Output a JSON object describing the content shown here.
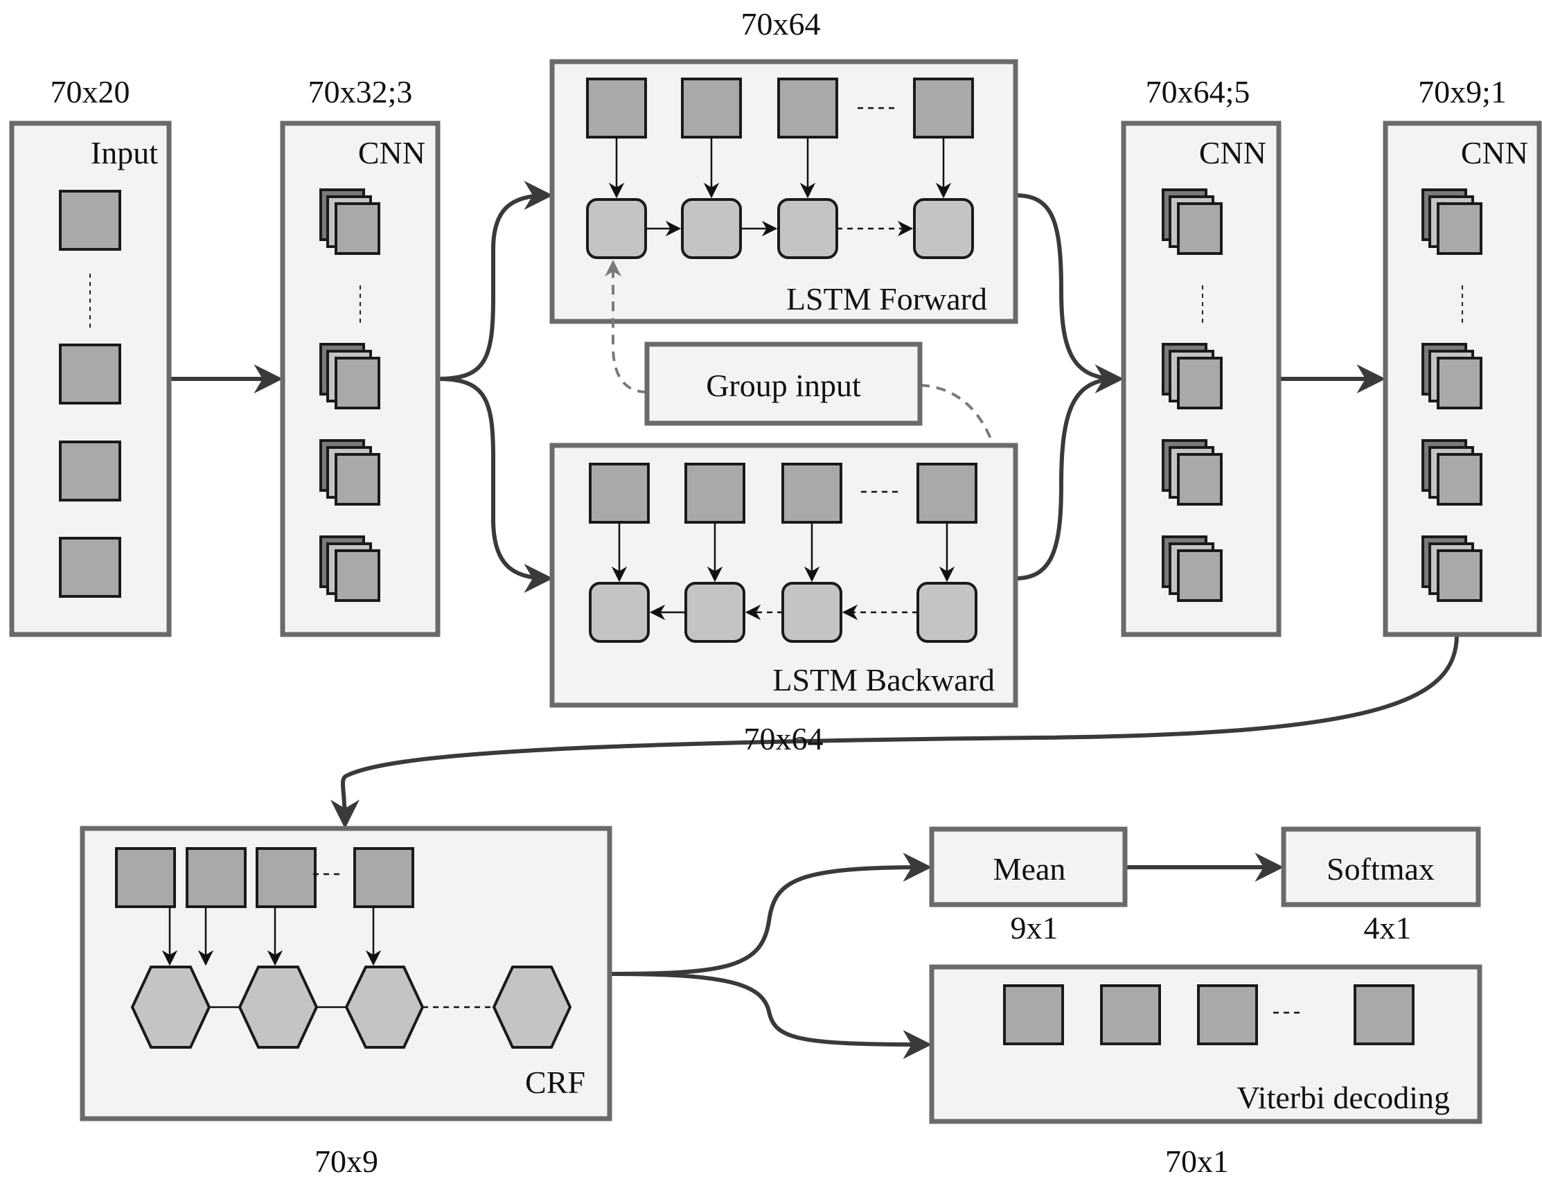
{
  "diagram": {
    "title": "CNN-BiLSTM-CRF sequence labeling architecture",
    "colors": {
      "box_fill": "#f3f3f3",
      "box_border": "#6a6a6a",
      "cell_fill": "#a9a9a9",
      "cell_light": "#c4c4c4",
      "cell_dark": "#7a7a7a",
      "arrow": "#3a3a3a",
      "group_input_arrow": "#7a7a7a"
    },
    "nodes": {
      "input": {
        "label": "Input",
        "shape": "70x20"
      },
      "cnn1": {
        "label": "CNN",
        "shape": "70x32;3"
      },
      "lstm_forward": {
        "label": "LSTM Forward",
        "shape": "70x64"
      },
      "group_input": {
        "label": "Group input"
      },
      "lstm_backward": {
        "label": "LSTM Backward",
        "shape": "70x64"
      },
      "cnn2": {
        "label": "CNN",
        "shape": "70x64;5"
      },
      "cnn3": {
        "label": "CNN",
        "shape": "70x9;1"
      },
      "crf": {
        "label": "CRF",
        "shape": "70x9"
      },
      "mean": {
        "label": "Mean",
        "shape": "9x1"
      },
      "softmax": {
        "label": "Softmax",
        "shape": "4x1"
      },
      "viterbi": {
        "label": "Viterbi decoding",
        "shape": "70x1"
      }
    },
    "edges": [
      {
        "from": "input",
        "to": "cnn1"
      },
      {
        "from": "cnn1",
        "to": "lstm_forward"
      },
      {
        "from": "cnn1",
        "to": "lstm_backward"
      },
      {
        "from": "group_input",
        "to": "lstm_forward",
        "style": "dashed"
      },
      {
        "from": "group_input",
        "to": "lstm_backward",
        "style": "dashed"
      },
      {
        "from": "lstm_forward",
        "to": "cnn2"
      },
      {
        "from": "lstm_backward",
        "to": "cnn2"
      },
      {
        "from": "cnn2",
        "to": "cnn3"
      },
      {
        "from": "cnn3",
        "to": "crf"
      },
      {
        "from": "crf",
        "to": "mean"
      },
      {
        "from": "crf",
        "to": "viterbi"
      },
      {
        "from": "mean",
        "to": "softmax"
      }
    ]
  }
}
